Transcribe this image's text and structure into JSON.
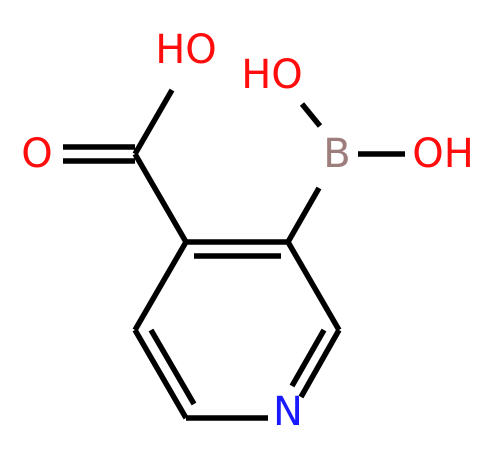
{
  "molecule": {
    "atoms": {
      "hydroxyl_top": {
        "label": "HO",
        "color": "#ff0d0d"
      },
      "hydroxyl_boron_upper": {
        "label": "HO",
        "color": "#ff0d0d"
      },
      "hydroxyl_boron_right": {
        "label": "OH",
        "color": "#ff0d0d"
      },
      "carbonyl_oxygen": {
        "label": "O",
        "color": "#ff0d0d"
      },
      "boron": {
        "label": "B",
        "color": "#9e7d7d"
      },
      "nitrogen": {
        "label": "N",
        "color": "#1a1aff"
      }
    },
    "bond_color": "#000000"
  }
}
